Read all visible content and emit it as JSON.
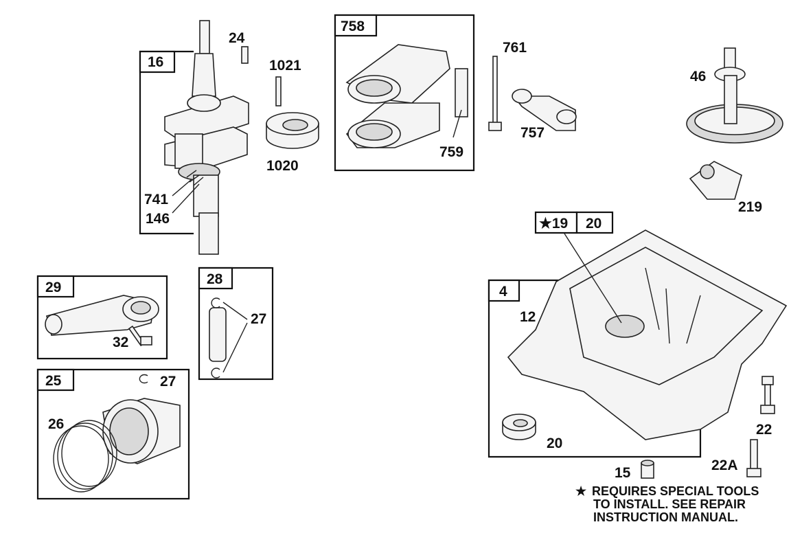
{
  "group_boxes": {
    "b16": "16",
    "b758": "758",
    "b29": "29",
    "b28": "28",
    "b25": "25",
    "b4": "4",
    "b19": "★19",
    "b20": "20"
  },
  "part_labels": {
    "p24": "24",
    "p1021": "1021",
    "p1020": "1020",
    "p741": "741",
    "p146": "146",
    "p761": "761",
    "p757": "757",
    "p759": "759",
    "p46": "46",
    "p219": "219",
    "p12": "12",
    "p32": "32",
    "p27a": "27",
    "p27b": "27",
    "p26": "26",
    "p20": "20",
    "p22": "22",
    "p22a": "22A",
    "p15": "15"
  },
  "note": {
    "star": "★",
    "line1": "REQUIRES SPECIAL TOOLS",
    "line2": "TO INSTALL.  SEE REPAIR",
    "line3": "INSTRUCTION MANUAL."
  }
}
